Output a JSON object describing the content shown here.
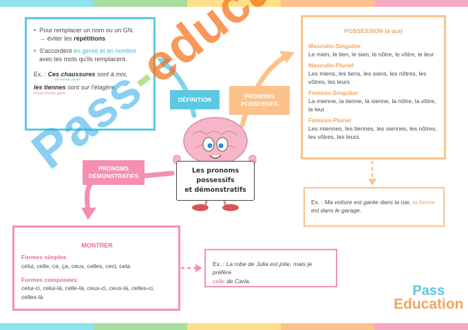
{
  "colors": {
    "cyan": "#5bc8e0",
    "orange": "#fcc28a",
    "pink": "#f48fb3",
    "green": "#8fd694",
    "yellow": "#ffe08a"
  },
  "title": {
    "line1": "Les pronoms possessifs",
    "line2": "et démonstratifs"
  },
  "tags": {
    "definition": "DÉFINITION",
    "possessifs": "PRONOMS POSSESSIFS",
    "demonstratifs": "PRONOMS DÉMONSTRATIFS"
  },
  "definition": {
    "b1": "Pour remplacer un nom ou un GN.",
    "b1_line2_pre": "→ éviter les ",
    "b1_line2_bold": "répétitions",
    "b2_pre": "S'accordent ",
    "b2_cyan": "en genre et en nombre",
    "b2_line2": "avec les mots qu'ils remplacent.",
    "ex_prefix": "Ex. : ",
    "ex1_bold": "Ces chaussures",
    "ex1_rest": " sont à moi,",
    "ex1_note": "GN féminin, pluriel",
    "ex2_bold": "les tiennes",
    "ex2_rest": " sont sur l'étagère.",
    "ex2_note": "Pronom féminin, pluriel"
  },
  "possession": {
    "heading": "POSSESSION (à qui)",
    "groups": [
      {
        "label": "Masculin-Singulier",
        "text": "Le mien, le tien, le sien, le nôtre, le vôtre, le leur"
      },
      {
        "label": "Masculin-Pluriel",
        "text": "Les miens, les tiens, les siens, les nôtres, les vôtres, les leurs"
      },
      {
        "label": "Féminin-Singulier",
        "text": "La mienne, la tienne, la sienne, la nôtre, la vôtre, la leur"
      },
      {
        "label": "Féminin-Pluriel",
        "text": "Les miennes, les tiennes, les siennes, les nôtres, les vôtres, les leurs."
      }
    ]
  },
  "possession_example": {
    "prefix": "Ex. : ",
    "text_a": "Ma voiture est garée dans la rue, ",
    "highlight": "la tienne",
    "text_b": " est dans le garage."
  },
  "demonstratifs": {
    "heading": "MONTRER",
    "simple_label": "Formes simples",
    "simple_text": "celui, celle, ce, ça, ceux, celles, ceci, cela",
    "compound_label": "Formes composées",
    "compound_text": "celui-ci, celui-là, celle-là, ceux-ci, ceux-là, celles-ci, celles-là"
  },
  "demonstratif_example": {
    "prefix": "Ex. : ",
    "text_a": "La robe de Julia est jolie, mais je préfère",
    "highlight": "celle",
    "text_b": " de Carla."
  },
  "logo": {
    "top": "Pass",
    "bottom": "Education"
  },
  "watermark": {
    "part1": "Pass",
    "dash": "-",
    "part2": "education"
  }
}
